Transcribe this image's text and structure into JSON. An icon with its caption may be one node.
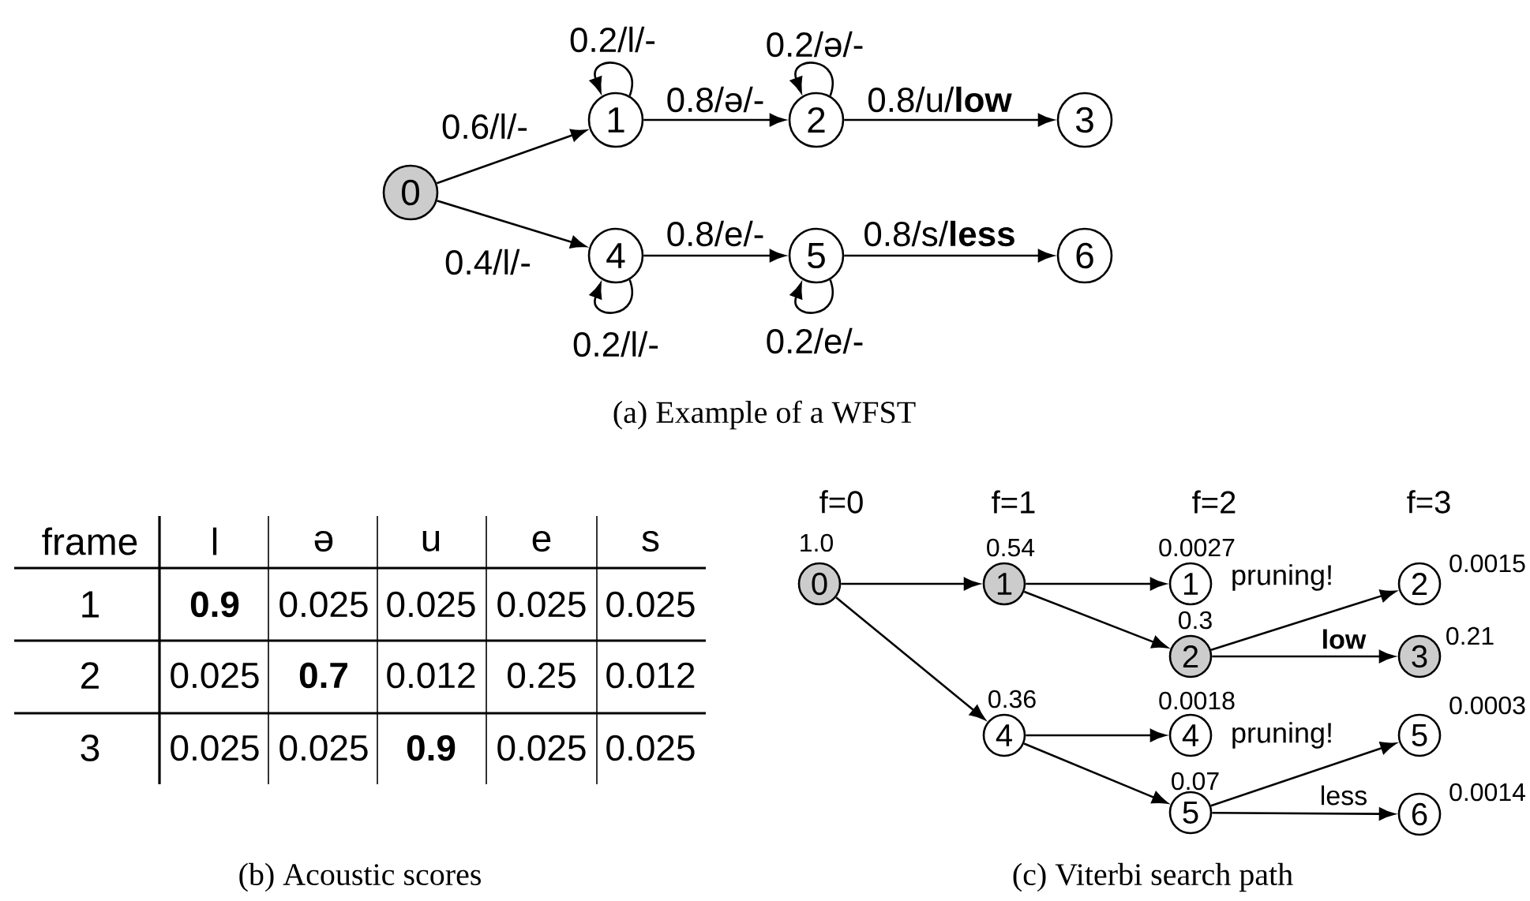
{
  "diagram": {
    "nodes": [
      {
        "text": [
          "0"
        ]
      },
      {
        "text": [
          "1"
        ]
      },
      {
        "text": [
          "2"
        ]
      },
      {
        "text": [
          "3"
        ]
      },
      {
        "text": [
          "4"
        ]
      },
      {
        "text": [
          "5"
        ]
      },
      {
        "text": [
          "6"
        ]
      },
      {
        "text": [
          "0"
        ],
        "beside": [
          "1.0"
        ]
      },
      {
        "text": [
          "1"
        ],
        "beside": [
          "0.54"
        ]
      },
      {
        "text": [
          "4"
        ],
        "beside": [
          "0.36"
        ]
      },
      {
        "text": [
          "1"
        ],
        "beside": [
          "0.0027",
          "pruning!"
        ]
      },
      {
        "text": [
          "2"
        ],
        "beside": [
          "0.3"
        ]
      },
      {
        "text": [
          "4"
        ],
        "beside": [
          "0.0018",
          "pruning!"
        ]
      },
      {
        "text": [
          "5"
        ],
        "beside": [
          "0.07"
        ]
      },
      {
        "text": [
          "2"
        ],
        "beside": [
          "0.0015"
        ]
      },
      {
        "text": [
          "3"
        ],
        "beside": [
          "0.21"
        ]
      },
      {
        "text": [
          "5"
        ],
        "beside": [
          "0.0003"
        ]
      },
      {
        "text": [
          "6"
        ],
        "beside": [
          "0.0014"
        ]
      }
    ],
    "edges": [
      {
        "from": 0,
        "to": 1,
        "arrow": "to",
        "label": "0.6/l/-"
      },
      {
        "from": 1,
        "to": 1,
        "arrow": "to",
        "label": "0.2/l/-"
      },
      {
        "from": 1,
        "to": 2,
        "arrow": "to",
        "label": "0.8/ə/-"
      },
      {
        "from": 2,
        "to": 2,
        "arrow": "to",
        "label": "0.2/ə/-"
      },
      {
        "from": 2,
        "to": 3,
        "arrow": "to",
        "label": "0.8/u/**low**"
      },
      {
        "from": 0,
        "to": 4,
        "arrow": "to",
        "label": "0.4/l/-"
      },
      {
        "from": 4,
        "to": 4,
        "arrow": "to",
        "label": "0.2/l/-"
      },
      {
        "from": 4,
        "to": 5,
        "arrow": "to",
        "label": "0.8/e/-"
      },
      {
        "from": 5,
        "to": 5,
        "arrow": "to",
        "label": "0.2/e/-"
      },
      {
        "from": 5,
        "to": 6,
        "arrow": "to",
        "label": "0.8/s/**less**"
      },
      {
        "from": 7,
        "to": 8,
        "arrow": "to"
      },
      {
        "from": 7,
        "to": 9,
        "arrow": "to"
      },
      {
        "from": 8,
        "to": 10,
        "arrow": "to"
      },
      {
        "from": 8,
        "to": 11,
        "arrow": "to"
      },
      {
        "from": 11,
        "to": 14,
        "arrow": "to"
      },
      {
        "from": 11,
        "to": 15,
        "arrow": "to",
        "label": "low"
      },
      {
        "from": 9,
        "to": 12,
        "arrow": "to"
      },
      {
        "from": 9,
        "to": 13,
        "arrow": "to"
      },
      {
        "from": 13,
        "to": 16,
        "arrow": "to"
      },
      {
        "from": 13,
        "to": 17,
        "arrow": "to",
        "label": "less"
      }
    ],
    "labels": [
      "(a) Example of a WFST",
      "frame",
      "l",
      "ə",
      "u",
      "e",
      "s",
      "1",
      "0.9",
      "0.025",
      "0.025",
      "0.025",
      "0.025",
      "2",
      "0.025",
      "0.7",
      "0.012",
      "0.25",
      "0.012",
      "3",
      "0.025",
      "0.025",
      "0.9",
      "0.025",
      "0.025",
      "(b) Acoustic scores",
      "f=0",
      "f=1",
      "f=2",
      "f=3",
      "(c) Viterbi search path"
    ]
  }
}
